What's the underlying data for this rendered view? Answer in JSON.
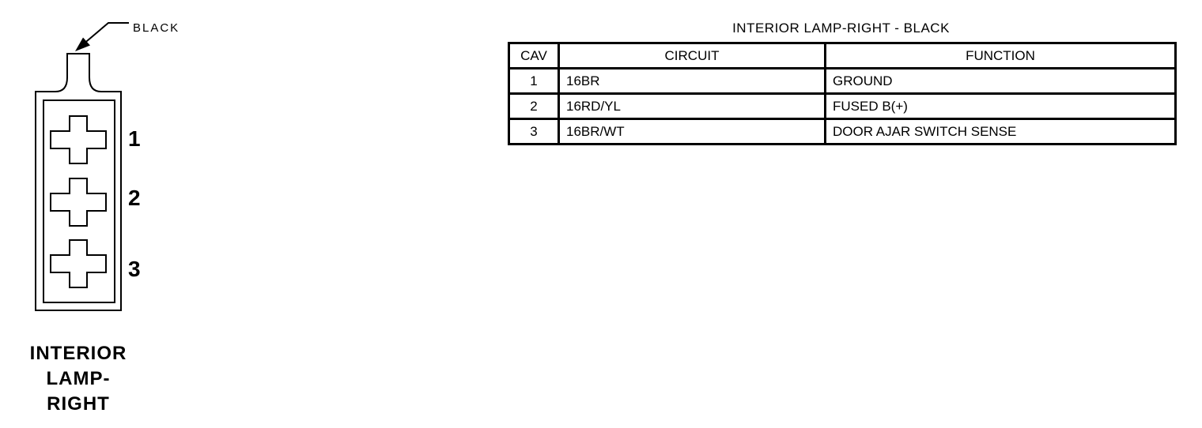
{
  "page": {
    "background": "#ffffff",
    "ink": "#000000"
  },
  "connector": {
    "color_label": "BLACK",
    "name_lines": [
      "INTERIOR",
      "LAMP-",
      "RIGHT"
    ],
    "pins": [
      "1",
      "2",
      "3"
    ]
  },
  "table": {
    "title": "INTERIOR LAMP-RIGHT - BLACK",
    "columns": [
      "CAV",
      "CIRCUIT",
      "FUNCTION"
    ],
    "rows": [
      {
        "cav": "1",
        "circuit": "16BR",
        "function": "GROUND"
      },
      {
        "cav": "2",
        "circuit": "16RD/YL",
        "function": "FUSED B(+)"
      },
      {
        "cav": "3",
        "circuit": "16BR/WT",
        "function": "DOOR AJAR SWITCH SENSE"
      }
    ]
  }
}
